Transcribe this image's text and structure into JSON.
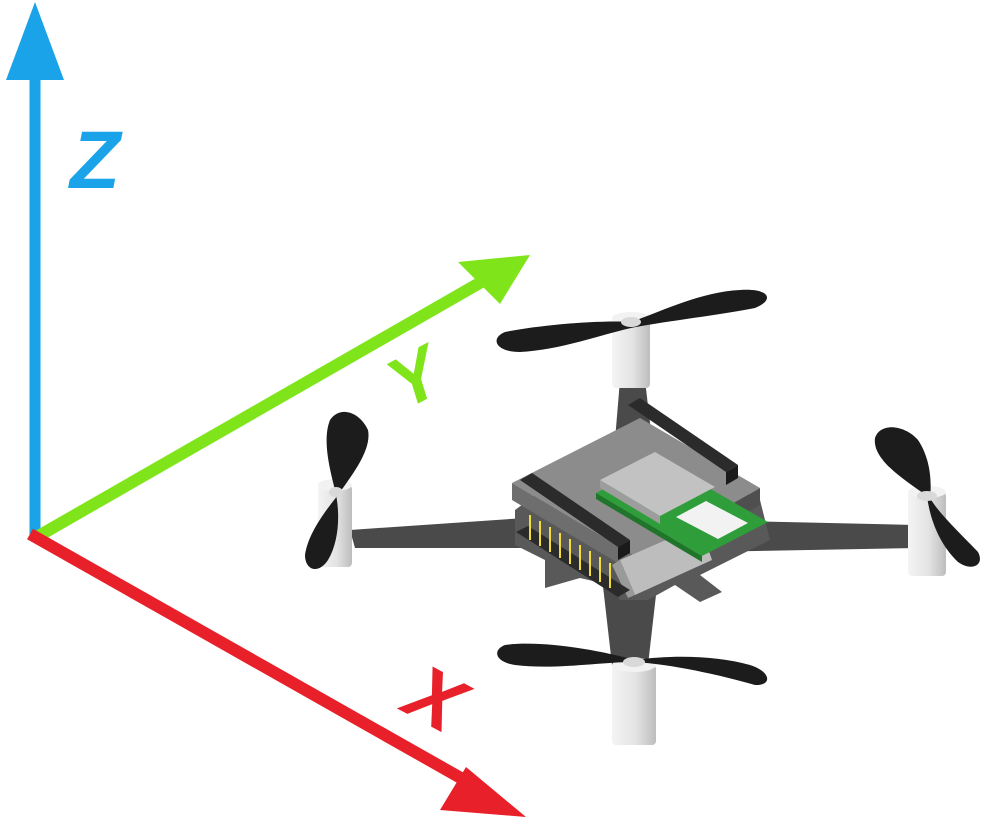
{
  "axes": {
    "z": {
      "label": "Z",
      "color": "#1aa3e8"
    },
    "y": {
      "label": "Y",
      "color": "#7fe51a"
    },
    "x": {
      "label": "X",
      "color": "#e8202a"
    }
  },
  "drone": {
    "body_color": "#5a5a5a",
    "top_color": "#8c8c8c",
    "propeller_color": "#1c1c1c",
    "motor_color": "#e6e6e6",
    "board_color": "#2f9e3a",
    "header_pin_color": "#f2dc3c"
  }
}
